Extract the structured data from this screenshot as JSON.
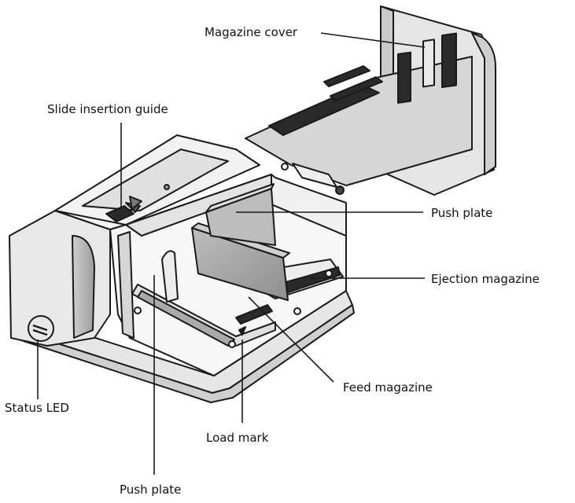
{
  "labels": {
    "magazine_cover": "Magazine cover",
    "slide_insertion_guide": "Slide insertion guide",
    "push_plate_top": "Push plate",
    "ejection_magazine": "Ejection magazine",
    "feed_magazine": "Feed magazine",
    "status_led": "Status LED",
    "load_mark": "Load mark",
    "push_plate_bottom": "Push plate"
  },
  "colors": {
    "outline": "#1a1a1a",
    "body_light": "#f2f2f2",
    "body_mid": "#d9d9d9",
    "body_dark": "#b3b3b3",
    "cover_fill": "#d4d4d4",
    "slot_dark": "#2a2a2a"
  }
}
